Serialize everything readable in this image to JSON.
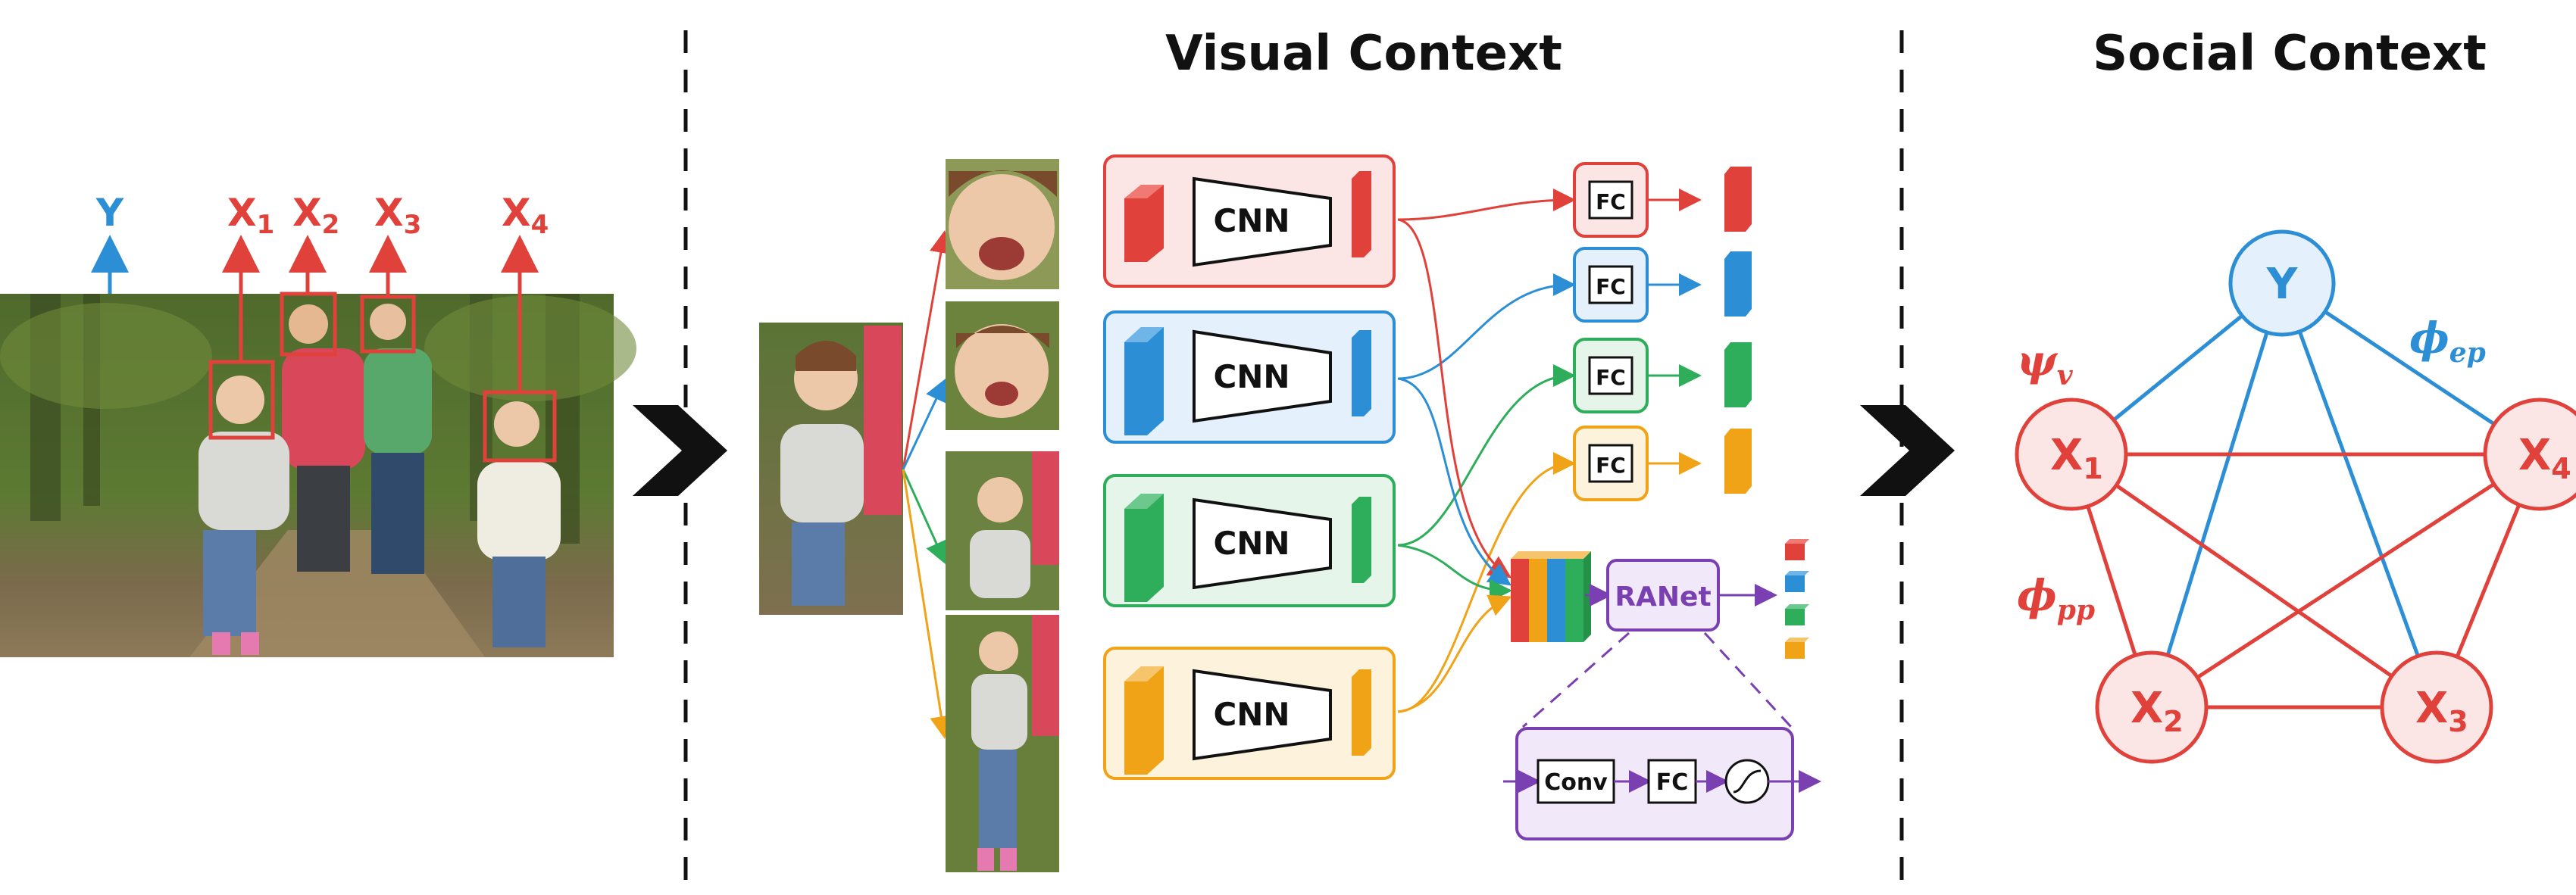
{
  "titles": {
    "visual": "Visual Context",
    "social": "Social Context"
  },
  "photo_labels": {
    "event": "Y",
    "persons": [
      "X",
      "X",
      "X",
      "X"
    ],
    "subscripts": [
      "1",
      "2",
      "3",
      "4"
    ]
  },
  "pipeline": {
    "cnn_label": "CNN",
    "fc_label": "FC",
    "ranet_label": "RANet",
    "conv_label": "Conv",
    "branch_colors": [
      "#e0413a",
      "#2c8fd6",
      "#2eae5a",
      "#f0a316"
    ],
    "branch_fills": [
      "#fce6e5",
      "#e4f0fb",
      "#e6f5ea",
      "#fdf3dd"
    ],
    "ranet_color": "#7a3fb0"
  },
  "graph": {
    "event_node": "Y",
    "person_nodes": [
      {
        "label": "X",
        "sub": "1"
      },
      {
        "label": "X",
        "sub": "4"
      },
      {
        "label": "X",
        "sub": "2"
      },
      {
        "label": "X",
        "sub": "3"
      }
    ],
    "psi": {
      "main": "ψ",
      "sub": "v"
    },
    "phi_pp": {
      "main": "ϕ",
      "sub": "pp"
    },
    "phi_ep": {
      "main": "ϕ",
      "sub": "ep"
    },
    "person_color": "#e0413a",
    "event_color": "#2c8fd6"
  },
  "colors": {
    "red": "#e0413a",
    "blue": "#2c8fd6",
    "green": "#2eae5a",
    "orange": "#f0a316",
    "purple": "#7a3fb0"
  }
}
